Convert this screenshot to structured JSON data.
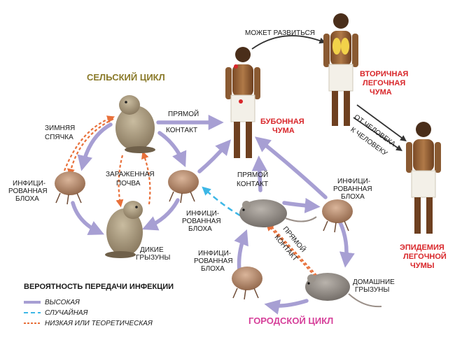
{
  "titles": {
    "rural_cycle": "СЕЛЬСКИЙ ЦИКЛ",
    "urban_cycle": "ГОРОДСКОЙ ЦИКЛ"
  },
  "labels": {
    "may_develop": "МОЖЕТ РАЗВИТЬСЯ",
    "bubonic_plague_1": "БУБОННАЯ",
    "bubonic_plague_2": "ЧУМА",
    "secondary_pneumonic_1": "ВТОРИЧНАЯ",
    "secondary_pneumonic_2": "ЛЕГОЧНАЯ",
    "secondary_pneumonic_3": "ЧУМА",
    "person_to_person_1": "ОТ ЧЕЛОВЕКА",
    "person_to_person_2": "К ЧЕЛОВЕКУ",
    "pneumonic_epidemic_1": "ЭПИДЕМИЯ",
    "pneumonic_epidemic_2": "ЛЕГОЧНОЙ",
    "pneumonic_epidemic_3": "ЧУМЫ",
    "direct_contact_top_1": "ПРЯМОЙ",
    "direct_contact_top_2": "КОНТАКТ",
    "direct_contact_mid_1": "ПРЯМОЙ",
    "direct_contact_mid_2": "КОНТАКТ",
    "direct_contact_diag_1": "ПРЯМОЙ",
    "direct_contact_diag_2": "КОНТАКТ",
    "hibernation_1": "ЗИМНЯЯ",
    "hibernation_2": "СПЯЧКА",
    "infected_soil_1": "ЗАРАЖЕННАЯ",
    "infected_soil_2": "ПОЧВА",
    "flea_left_1": "ИНФИЦИ-",
    "flea_left_2": "РОВАННАЯ",
    "flea_left_3": "БЛОХА",
    "flea_center_1": "ИНФИЦИ-",
    "flea_center_2": "РОВАННАЯ",
    "flea_center_3": "БЛОХА",
    "flea_right_1": "ИНФИЦИ-",
    "flea_right_2": "РОВАННАЯ",
    "flea_right_3": "БЛОХА",
    "flea_bottom_1": "ИНФИЦИ-",
    "flea_bottom_2": "РОВАННАЯ",
    "flea_bottom_3": "БЛОХА",
    "wild_rodents_1": "ДИКИЕ",
    "wild_rodents_2": "ГРЫЗУНЫ",
    "domestic_rodents_1": "ДОМАШНИЕ",
    "domestic_rodents_2": "ГРЫЗУНЫ"
  },
  "legend": {
    "title": "ВЕРОЯТНОСТЬ ПЕРЕДАЧИ ИНФЕКЦИИ",
    "items": [
      {
        "label": "ВЫСОКАЯ",
        "color": "#a79fd3",
        "style": "solid"
      },
      {
        "label": "СЛУЧАЙНАЯ",
        "color": "#3db7e6",
        "style": "dashed"
      },
      {
        "label": "НИЗКАЯ ИЛИ ТЕОРЕТИЧЕСКАЯ",
        "color": "#e8703a",
        "style": "dotted"
      }
    ]
  },
  "colors": {
    "high": "#a79fd3",
    "random": "#3db7e6",
    "low": "#e8703a",
    "title_red": "#d8262a",
    "rural_title": "#8a7a2a",
    "urban_title": "#d6409a"
  }
}
